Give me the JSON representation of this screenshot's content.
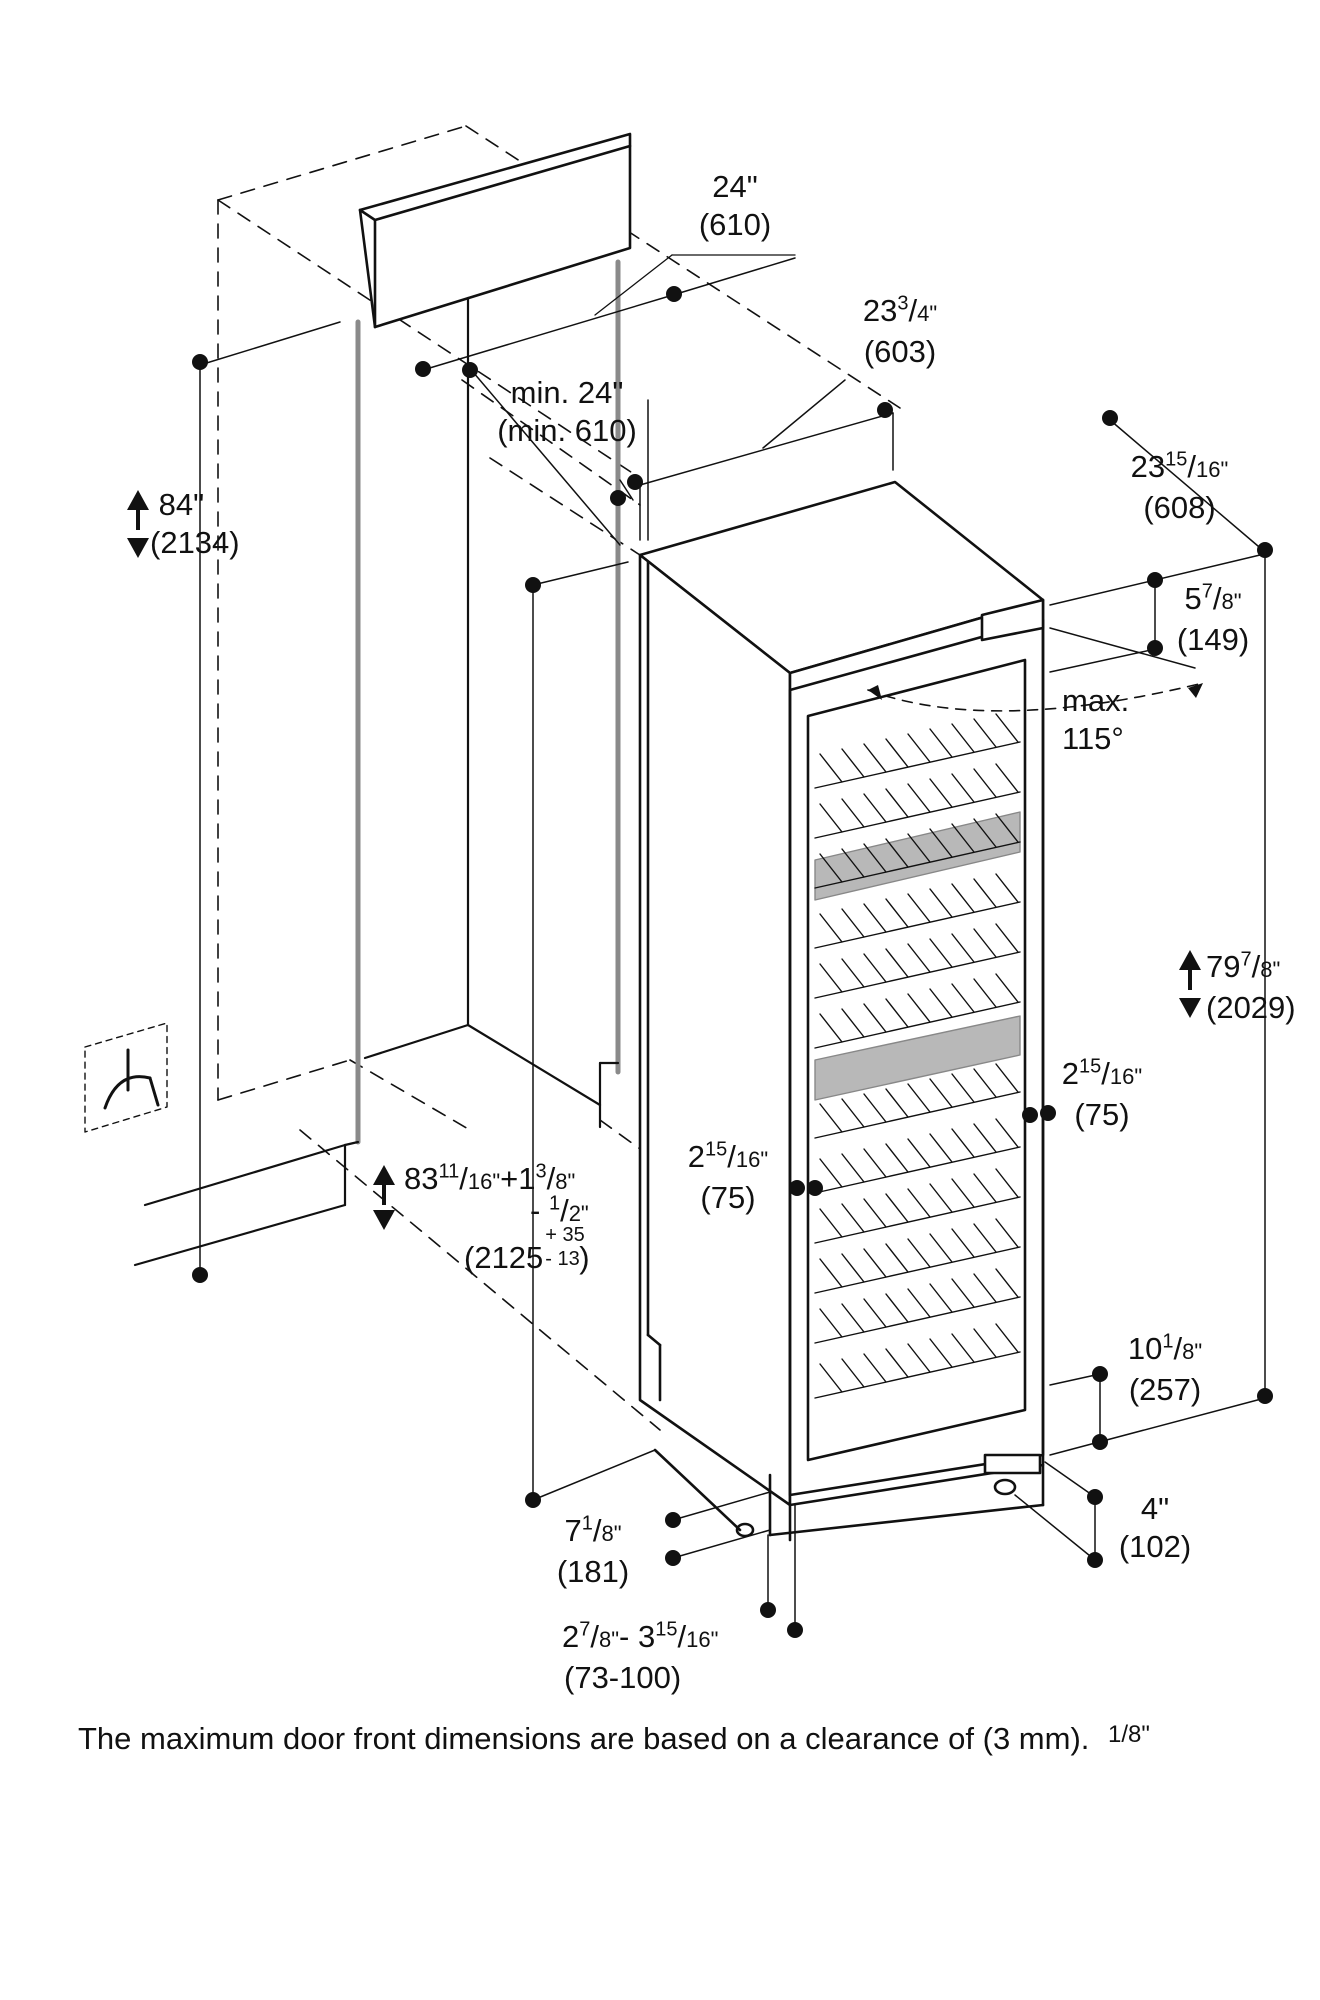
{
  "dimensions": {
    "niche_width": {
      "in": "24\"",
      "mm": "(610)"
    },
    "niche_depth": {
      "in": "min. 24\"",
      "mm": "(min. 610)"
    },
    "appliance_depth_top": {
      "whole": "23",
      "num": "3",
      "den": "4\"",
      "mm": "(603)"
    },
    "appliance_width": {
      "whole": "23",
      "num": "15",
      "den": "16\"",
      "mm": "(608)"
    },
    "niche_height": {
      "in": "84\"",
      "mm": "(2134)"
    },
    "top_trim_height": {
      "whole": "5",
      "num": "7",
      "den": "8\"",
      "mm": "(149)"
    },
    "door_angle": {
      "line1": "max.",
      "line2": "115°"
    },
    "appliance_height": {
      "whole": "79",
      "num": "7",
      "den": "8\"",
      "mm": "(2029)"
    },
    "side_gap_right": {
      "whole": "2",
      "num": "15",
      "den": "16\"",
      "mm": "(75)"
    },
    "side_gap_left": {
      "whole": "2",
      "num": "15",
      "den": "16\"",
      "mm": "(75)"
    },
    "installed_height": {
      "whole": "83",
      "num": "11",
      "den": "16\"",
      "tol_plus": "+1",
      "tol_plus_num": "3",
      "tol_plus_den": "8\"",
      "tol_minus": "- ",
      "tol_minus_num": "1",
      "tol_minus_den": "2\"",
      "mm": "(2125",
      "mm_plus": "+ 35",
      "mm_minus": "- 13",
      "mm_close": ")"
    },
    "toe_kick_right": {
      "whole": "10",
      "num": "1",
      "den": "8\"",
      "mm": "(257)"
    },
    "base_right": {
      "in": "4\"",
      "mm": "(102)"
    },
    "base_left": {
      "whole": "7",
      "num": "1",
      "den": "8\"",
      "mm": "(181)"
    },
    "panel_offset": {
      "a_whole": "2",
      "a_num": "7",
      "a_den": "8\"",
      "sep": "- 3",
      "b_num": "15",
      "b_den": "16\"",
      "mm": "(73-100)"
    }
  },
  "caption": "The maximum door front dimensions are based on a clearance of (3 mm).",
  "caption_overlay": "1/8\"",
  "colors": {
    "line": "#111111",
    "shelf_shade": "#b8b8b8",
    "background": "#ffffff"
  },
  "icons": [
    "electrical-outlet-icon"
  ]
}
